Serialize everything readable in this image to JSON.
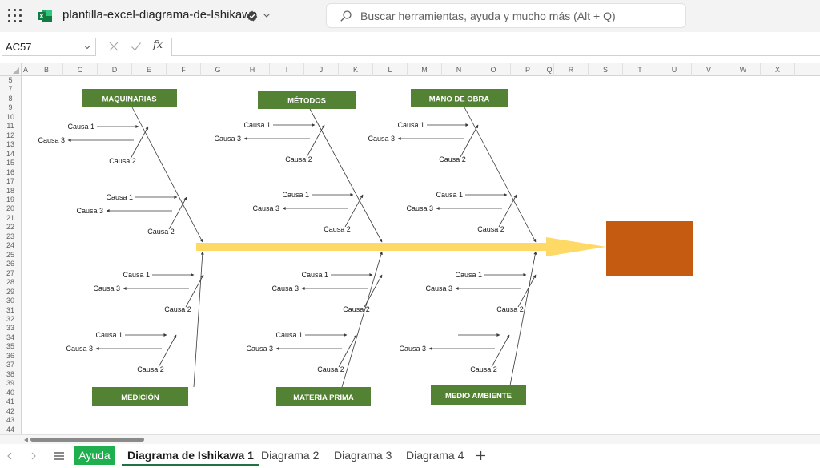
{
  "titlebar": {
    "doc_title": "plantilla-excel-diagrama-de-Ishikawa",
    "search_placeholder": "Buscar herramientas, ayuda y mucho más (Alt + Q)"
  },
  "formula_bar": {
    "name_box": "AC57",
    "fx": "fx",
    "formula": ""
  },
  "columns": [
    "A",
    "B",
    "C",
    "D",
    "E",
    "F",
    "G",
    "H",
    "I",
    "J",
    "K",
    "L",
    "M",
    "N",
    "O",
    "P",
    "Q",
    "R",
    "S",
    "T",
    "U",
    "V",
    "W",
    "X"
  ],
  "rows": [
    "5",
    "7",
    "8",
    "9",
    "10",
    "11",
    "12",
    "13",
    "14",
    "15",
    "16",
    "17",
    "18",
    "19",
    "20",
    "21",
    "22",
    "23",
    "24",
    "25",
    "26",
    "27",
    "28",
    "29",
    "30",
    "31",
    "32",
    "33",
    "34",
    "35",
    "36",
    "37",
    "38",
    "39",
    "40",
    "41",
    "42",
    "43",
    "44"
  ],
  "diagram": {
    "categories_top": [
      "MAQUINARIAS",
      "MÉTODOS",
      "MANO DE OBRA"
    ],
    "categories_bottom": [
      "MEDICIÓN",
      "MATERIA PRIMA",
      "MEDIO AMBIENTE"
    ],
    "cause1": "Causa 1",
    "cause2": "Causa 2",
    "cause3": "Causa 3",
    "colors": {
      "category_box": "#548235",
      "spine_arrow": "#ffd966",
      "effect_box": "#c55a11"
    }
  },
  "sheet_tabs": {
    "help": "Ayuda",
    "active": "Diagrama de Ishikawa 1",
    "others": [
      "Diagrama 2",
      "Diagrama 3",
      "Diagrama 4"
    ]
  }
}
